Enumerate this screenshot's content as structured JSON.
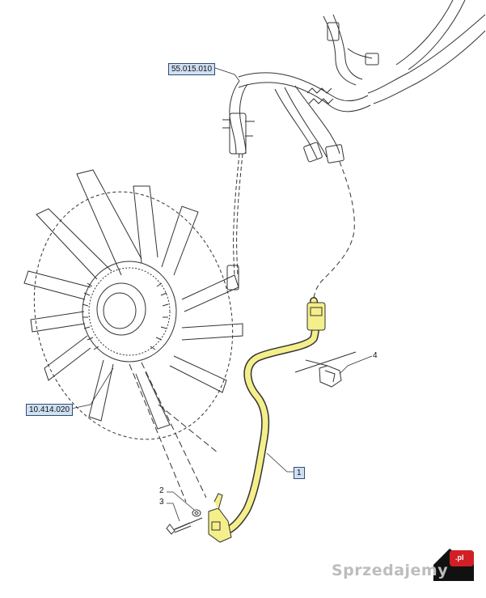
{
  "references": {
    "harness_ref": "55.015.010",
    "fan_ref": "10.414.020",
    "cable_ref": "1"
  },
  "callouts": {
    "item_2": "2",
    "item_3": "3",
    "item_4": "4"
  },
  "watermark": {
    "text": "Sprzedajemy",
    "logo_suffix": ".pl"
  },
  "colors": {
    "highlight_cable": "#f4ef8a",
    "ref_box_fill": "#cfe0f1",
    "ref_box_border": "#2e4d76",
    "logo_red": "#d11f26"
  }
}
